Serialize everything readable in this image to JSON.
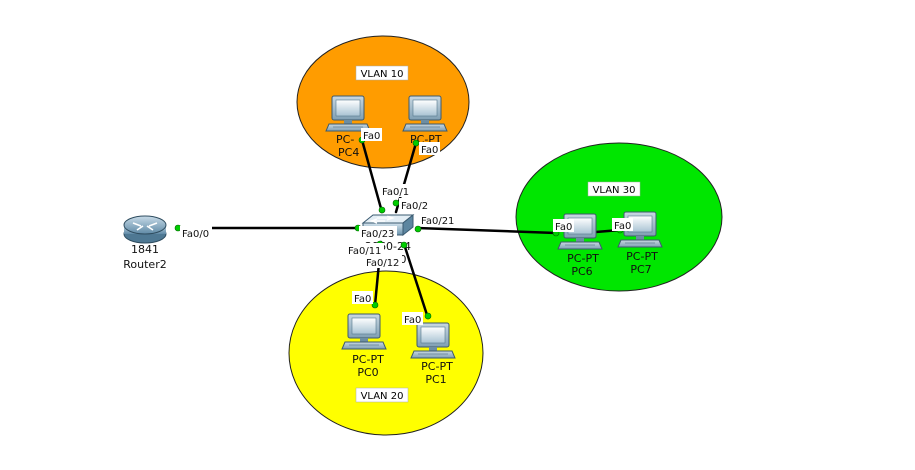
{
  "vlans": {
    "v10": {
      "label": "VLAN 10",
      "color": "#ff9c00"
    },
    "v20": {
      "label": "VLAN 20",
      "color": "#ffff00"
    },
    "v30": {
      "label": "VLAN 30",
      "color": "#00e600"
    }
  },
  "router": {
    "model": "1841",
    "name": "Router2"
  },
  "switch": {
    "model_visible": "2960-24",
    "name_visible": "0"
  },
  "pcs": {
    "pc4": {
      "type": "PC-",
      "name": "PC4"
    },
    "pc5": {
      "type": "PC-PT",
      "name": ""
    },
    "pc0": {
      "type": "PC-PT",
      "name": "PC0"
    },
    "pc1": {
      "type": "PC-PT",
      "name": "PC1"
    },
    "pc6": {
      "type": "PC-PT",
      "name": "PC6"
    },
    "pc7": {
      "type": "PC-PT",
      "name": "PC7"
    }
  },
  "ports": {
    "router_fa00": "Fa0/0",
    "sw_fa01": "Fa0/1",
    "sw_fa02": "Fa0/2",
    "sw_fa021": "Fa0/21",
    "sw_fa023": "Fa0/23",
    "sw_fa011": "Fa0/11",
    "sw_fa012": "Fa0/12",
    "pc4_fa0": "Fa0",
    "pc5_fa0": "Fa0",
    "pc0_fa0": "Fa0",
    "pc1_fa0": "Fa0",
    "pc6_fa0": "Fa0",
    "pc7_fa0": "Fa0"
  },
  "colors": {
    "link": "#000000",
    "port_dot": "#00cc00",
    "device": "#6a9bb5"
  }
}
